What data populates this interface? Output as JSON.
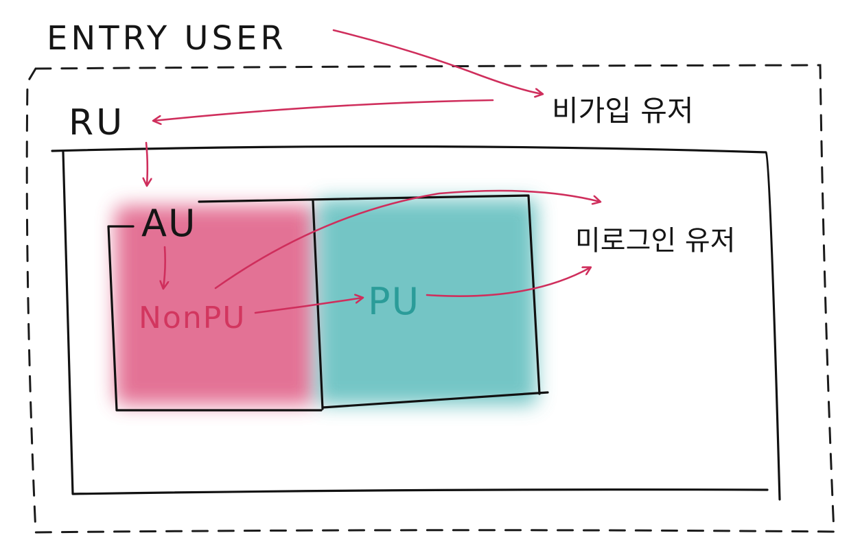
{
  "labels": {
    "entry_user": "ENTRY USER",
    "unregistered_user": "비가입 유저",
    "ru": "RU",
    "au": "AU",
    "non_pu": "NonPU",
    "pu": "PU",
    "not_logged_in_user": "미로그인 유저"
  },
  "colors": {
    "arrow": "#cf2e5c",
    "non_pu_fill": "#df5a83",
    "pu_fill": "#5bbcbc",
    "outline": "#111111"
  }
}
